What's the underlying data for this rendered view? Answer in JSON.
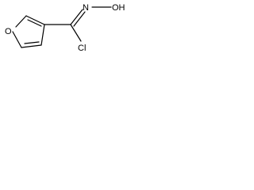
{
  "molecule": {
    "atoms": {
      "ring_oxygen": "O",
      "oxime_nitrogen": "N",
      "hydroxyl": "OH",
      "chlorine": "Cl"
    },
    "line_color": "#000000"
  }
}
